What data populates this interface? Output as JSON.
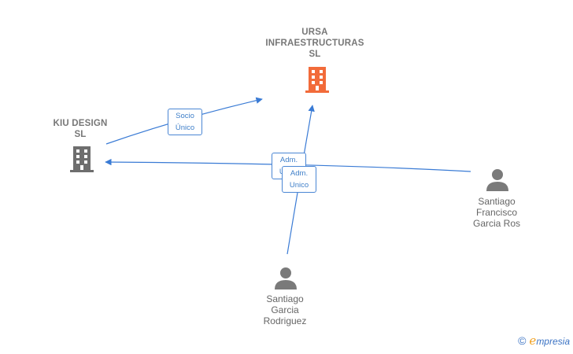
{
  "nodes": {
    "ursa": {
      "lines": [
        "URSA",
        "INFRAESTRUCTURAS",
        "SL"
      ],
      "type": "company",
      "color": "#f26b3a"
    },
    "kiu": {
      "lines": [
        "KIU DESIGN",
        "SL"
      ],
      "type": "company",
      "color": "#6e6e6e"
    },
    "santiago_francisco": {
      "lines": [
        "Santiago",
        "Francisco",
        "Garcia Ros"
      ],
      "type": "person",
      "color": "#7a7a7a"
    },
    "santiago_garcia": {
      "lines": [
        "Santiago",
        "Garcia",
        "Rodriguez"
      ],
      "type": "person",
      "color": "#7a7a7a"
    }
  },
  "edges": [
    {
      "from": "kiu",
      "to": "ursa",
      "label_lines": [
        "Socio",
        "Único"
      ]
    },
    {
      "from": "santiago_francisco",
      "to": "kiu",
      "label_lines": [
        "Adm.",
        "Unico"
      ]
    },
    {
      "from": "santiago_garcia",
      "to": "ursa",
      "label_lines": [
        "Adm.",
        "Unico"
      ]
    }
  ],
  "edge_color": "#3a7bd5",
  "brand": {
    "copyright": "©",
    "e": "e",
    "rest": "mpresia"
  }
}
